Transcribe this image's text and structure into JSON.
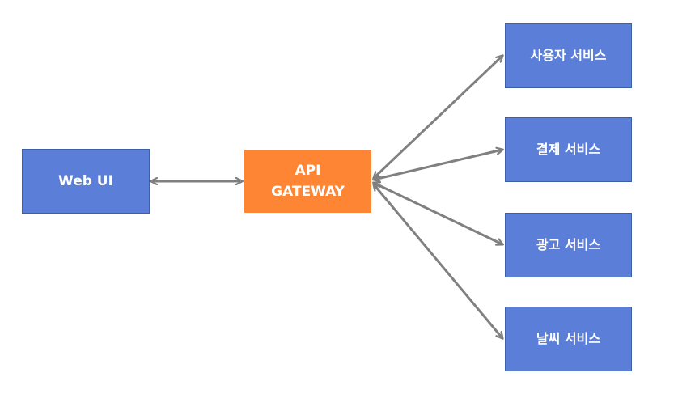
{
  "nodes": {
    "web_ui": "Web UI",
    "gateway": {
      "line1": "API",
      "line2": "GATEWAY"
    },
    "services": [
      "사용자 서비스",
      "결제 서비스",
      "광고 서비스",
      "날씨 서비스"
    ]
  },
  "colors": {
    "service_box": "#5b7fd9",
    "gateway_box": "#fd8534",
    "connector": "#808080"
  },
  "connections": [
    {
      "from": "Web UI",
      "to": "API GATEWAY",
      "direction": "both"
    },
    {
      "from": "API GATEWAY",
      "to": "사용자 서비스",
      "direction": "both"
    },
    {
      "from": "API GATEWAY",
      "to": "결제 서비스",
      "direction": "both"
    },
    {
      "from": "API GATEWAY",
      "to": "광고 서비스",
      "direction": "both"
    },
    {
      "from": "API GATEWAY",
      "to": "날씨 서비스",
      "direction": "both"
    }
  ]
}
